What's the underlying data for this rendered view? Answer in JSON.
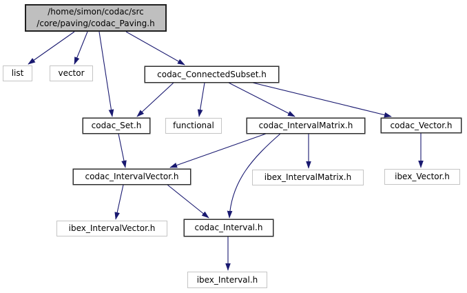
{
  "graph": {
    "nodes": {
      "paving_line1": "/home/simon/codac/src",
      "paving_line2": "/core/paving/codac_Paving.h",
      "list": "list",
      "vector": "vector",
      "connected_subset": "codac_ConnectedSubset.h",
      "set": "codac_Set.h",
      "functional": "functional",
      "interval_matrix": "codac_IntervalMatrix.h",
      "codac_vector": "codac_Vector.h",
      "interval_vector": "codac_IntervalVector.h",
      "ibex_interval_matrix": "ibex_IntervalMatrix.h",
      "ibex_vector": "ibex_Vector.h",
      "ibex_interval_vector": "ibex_IntervalVector.h",
      "codac_interval": "codac_Interval.h",
      "ibex_interval": "ibex_Interval.h"
    },
    "edges": [
      {
        "from": "codac_Paving.h",
        "to": "list"
      },
      {
        "from": "codac_Paving.h",
        "to": "vector"
      },
      {
        "from": "codac_Paving.h",
        "to": "codac_Set.h"
      },
      {
        "from": "codac_Paving.h",
        "to": "codac_ConnectedSubset.h"
      },
      {
        "from": "codac_ConnectedSubset.h",
        "to": "codac_Set.h"
      },
      {
        "from": "codac_ConnectedSubset.h",
        "to": "functional"
      },
      {
        "from": "codac_ConnectedSubset.h",
        "to": "codac_IntervalMatrix.h"
      },
      {
        "from": "codac_ConnectedSubset.h",
        "to": "codac_Vector.h"
      },
      {
        "from": "codac_Set.h",
        "to": "codac_IntervalVector.h"
      },
      {
        "from": "codac_IntervalMatrix.h",
        "to": "codac_IntervalVector.h"
      },
      {
        "from": "codac_IntervalMatrix.h",
        "to": "ibex_IntervalMatrix.h"
      },
      {
        "from": "codac_IntervalMatrix.h",
        "to": "codac_Interval.h"
      },
      {
        "from": "codac_Vector.h",
        "to": "ibex_Vector.h"
      },
      {
        "from": "codac_IntervalVector.h",
        "to": "ibex_IntervalVector.h"
      },
      {
        "from": "codac_IntervalVector.h",
        "to": "codac_Interval.h"
      },
      {
        "from": "codac_Interval.h",
        "to": "ibex_Interval.h"
      }
    ],
    "colors": {
      "edge": "#191970",
      "root_fill": "#bfbfbf",
      "node_border": "#2e2e2e",
      "external_border": "#c4c4c4",
      "background": "#ffffff"
    }
  }
}
